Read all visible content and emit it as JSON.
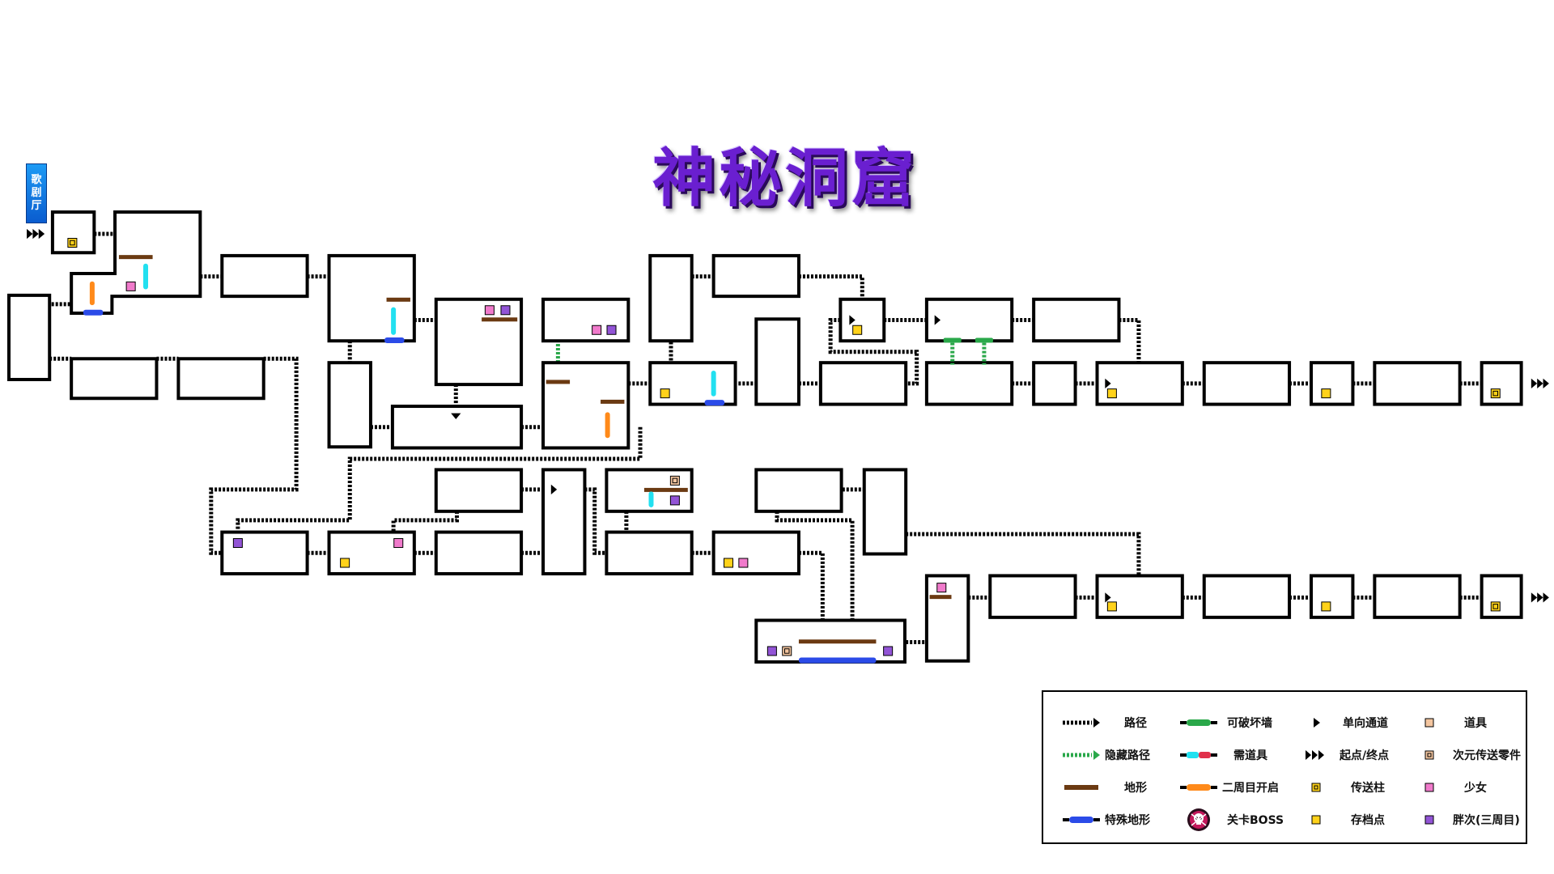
{
  "title": "神秘洞窟",
  "entrance_label": [
    "歌",
    "剧",
    "厅"
  ],
  "legend": {
    "path": "路径",
    "hidden_path": "隐藏路径",
    "terrain": "地形",
    "special_terrain": "特殊地形",
    "breakable_wall": "可破坏墙",
    "needs_item": "需道具",
    "second_cycle": "二周目开启",
    "boss": "关卡BOSS",
    "one_way": "单向通道",
    "start_end": "起点/终点",
    "teleport_pillar": "传送柱",
    "save_point": "存档点",
    "item": "道具",
    "dimension_part": "次元传送零件",
    "girl": "少女",
    "fatty": "胖次(三周目)"
  },
  "colors": {
    "title": "#6a1fd0",
    "path": "#000000",
    "hidden_path": "#2aa84a",
    "terrain": "#6b3a12",
    "special_terrain": "#2b4be8",
    "breakable_wall": "#2aa84a",
    "needs_item": "#22e0f0",
    "second_cycle": "#ff8a1a",
    "save_point": "#ffd21a",
    "girl": "#f07acb",
    "fatty": "#9254d6",
    "item": "#f4c6a0",
    "boss": "#c2185b"
  }
}
